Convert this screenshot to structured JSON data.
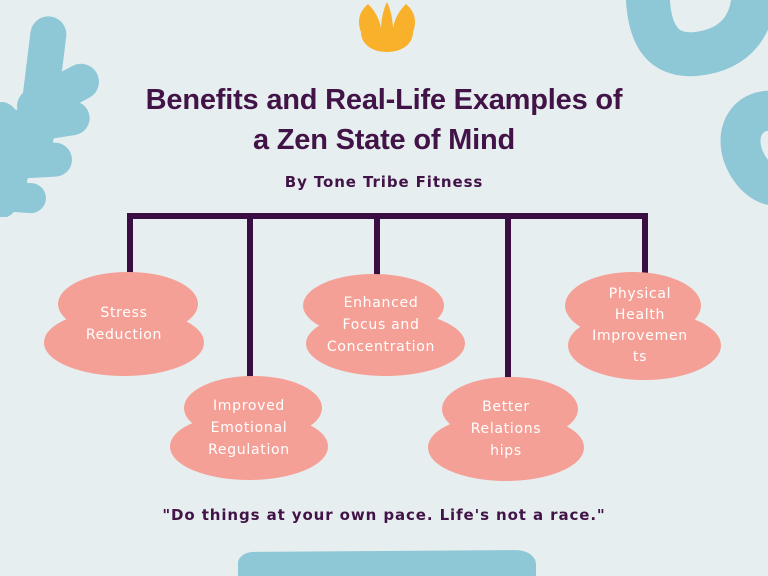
{
  "header": {
    "title_line1": "Benefits and Real-Life Examples of",
    "title_line2": "a Zen State of Mind",
    "subtitle": "By Tone Tribe Fitness"
  },
  "diagram": {
    "nodes": [
      {
        "id": "stress-reduction",
        "label": "Stress\nReduction"
      },
      {
        "id": "improved-emotional-regulation",
        "label": "Improved\nEmotional\nRegulation"
      },
      {
        "id": "enhanced-focus-and-concentration",
        "label": "Enhanced\nFocus and\nConcentration"
      },
      {
        "id": "better-relationships",
        "label": "Better\nRelations\nhips"
      },
      {
        "id": "physical-health-improvements",
        "label": "Physical\nHealth\nImprovemen\nts"
      }
    ]
  },
  "footer": {
    "quote": "\"Do things at your own pace. Life's not a race.\""
  },
  "colors": {
    "background": "#E7EEF0",
    "node_fill": "#F5A096",
    "node_text": "#FFFFFF",
    "connector": "#3A0E42",
    "text_purple": "#411346",
    "accent_blue": "#8EC7D6",
    "accent_yellow": "#F9B02A"
  },
  "decorations": [
    "lotus-icon",
    "coral-leaf-icon",
    "squiggle-curve-icon",
    "brush-stroke-icon"
  ]
}
